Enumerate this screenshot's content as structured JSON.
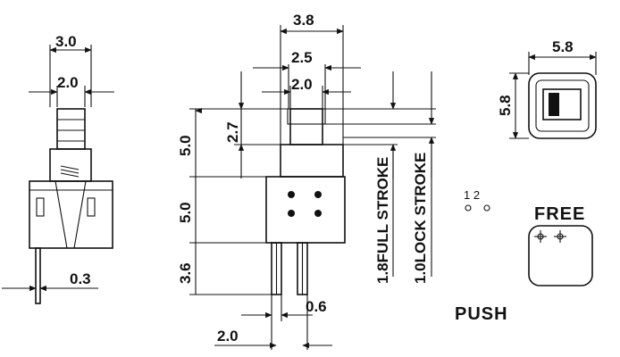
{
  "side_view": {
    "dim_top": "3.0",
    "dim_mid": "2.0",
    "dim_pin": "0.3"
  },
  "front_view": {
    "dim_top": "3.8",
    "dim_mid1": "2.5",
    "dim_mid2": "2.0",
    "dim_plunger_h": "2.7",
    "dim_v1": "5.0",
    "dim_v2": "5.0",
    "dim_v3": "3.6",
    "dim_pin_w": "0.6",
    "dim_pin_pitch": "2.0"
  },
  "stroke_labels": {
    "full_stroke": "1.8FULL STROKE",
    "lock_stroke": "1.0LOCK STROKE"
  },
  "top_view": {
    "dim_w": "5.8",
    "dim_h": "5.8"
  },
  "schematic": {
    "pin_labels": "1  2",
    "free_label": "FREE",
    "push_label": "PUSH"
  }
}
